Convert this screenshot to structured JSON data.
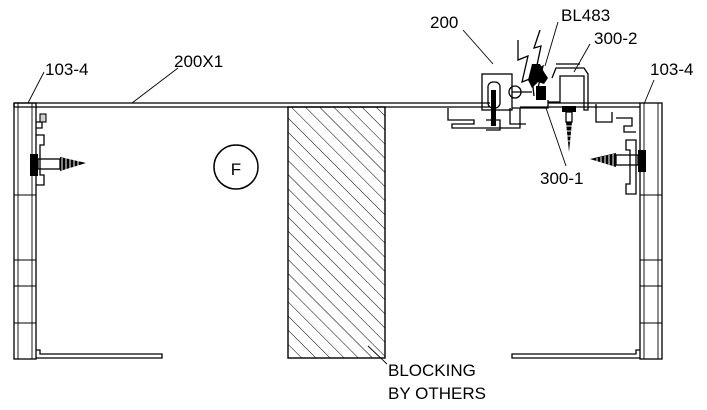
{
  "labels": {
    "part_200": "200",
    "part_bl483": "BL483",
    "part_300_2": "300-2",
    "part_200x1": "200X1",
    "part_103_4_left": "103-4",
    "part_103_4_right": "103-4",
    "part_300_1": "300-1",
    "detail_marker": "F",
    "blocking_line1": "BLOCKING",
    "blocking_line2": "BY OTHERS"
  }
}
